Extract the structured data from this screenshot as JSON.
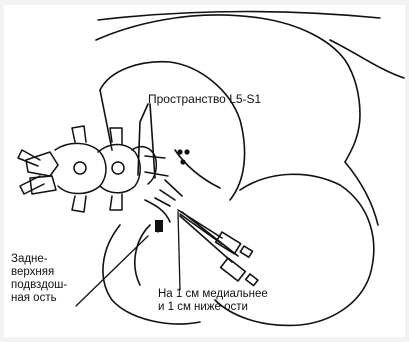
{
  "diagram": {
    "labels": {
      "space": "Пространство L5-S1",
      "iliac_spine": "Задне-\nверхняя\nподвздош-\nная ость",
      "entry_point": "На 1 см медиальнее\nи 1 см ниже ости"
    },
    "colors": {
      "ink": "#111111",
      "paper": "#ffffff",
      "border": "#f2f2f2"
    }
  }
}
